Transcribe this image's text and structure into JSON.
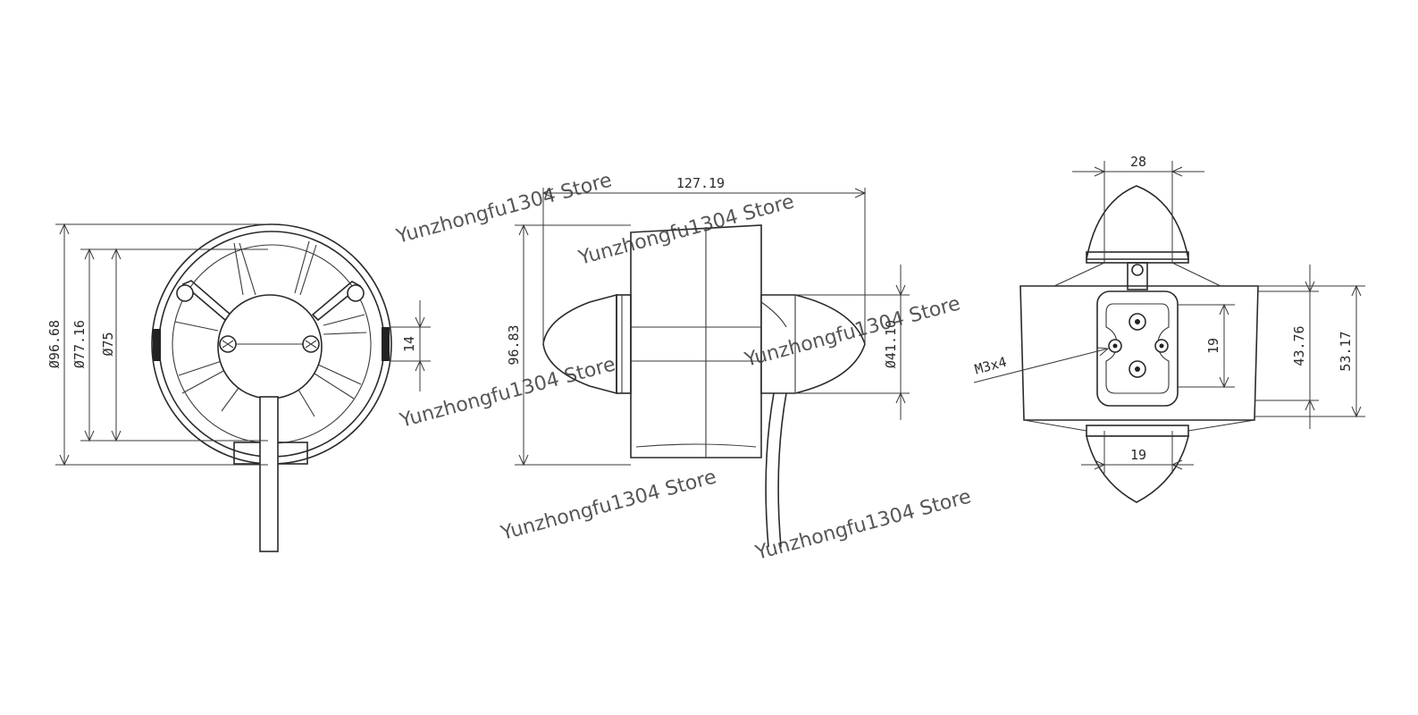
{
  "dimensions": {
    "front_outer_dia": "Ø96.68",
    "front_inner_dia": "Ø77.16",
    "front_hub_dia": "Ø75",
    "front_slot": "14",
    "side_length": "127.19",
    "side_height": "96.83",
    "side_hub_dia": "Ø41.10",
    "rear_width_top": "28",
    "rear_width_bottom": "19",
    "rear_inner": "19",
    "rear_mid": "43.76",
    "rear_outer": "53.17",
    "rear_screw": "M3x4"
  },
  "watermark": "Yunzhongfu1304 Store"
}
